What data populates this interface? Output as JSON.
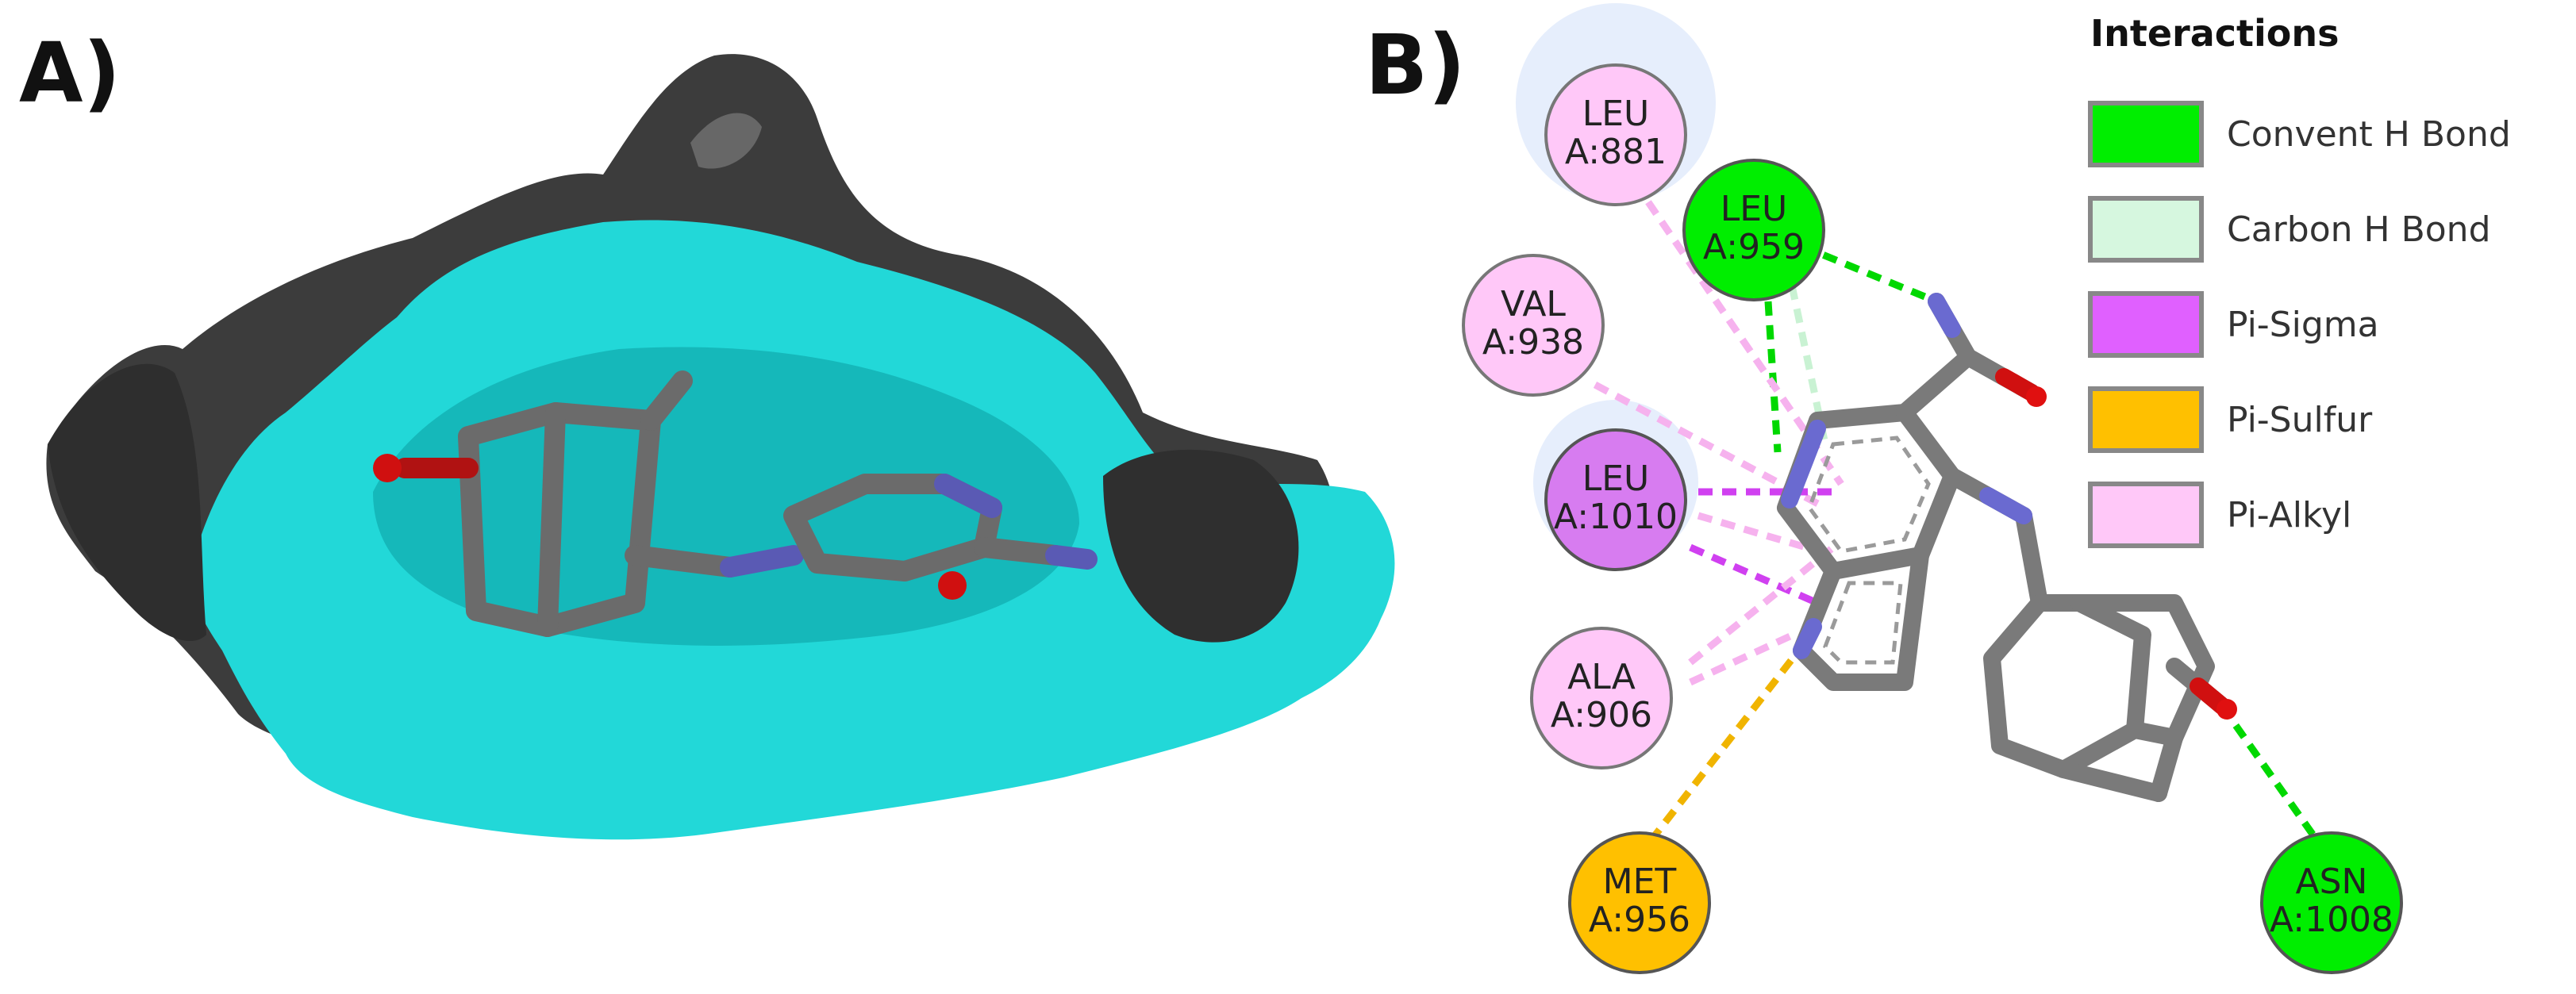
{
  "panels": {
    "a_label": "A)",
    "b_label": "B)"
  },
  "legend": {
    "title": "Interactions",
    "items": [
      {
        "key": "conv",
        "label": "Convent H Bond",
        "color": "#00ee00"
      },
      {
        "key": "carb",
        "label": "Carbon H Bond",
        "color": "#d6f7df"
      },
      {
        "key": "sigma",
        "label": "Pi-Sigma",
        "color": "#e060ff"
      },
      {
        "key": "sulfur",
        "label": "Pi-Sulfur",
        "color": "#ffc000"
      },
      {
        "key": "alkyl",
        "label": "Pi-Alkyl",
        "color": "#ffc8f8"
      }
    ]
  },
  "residues": [
    {
      "id": "leu881",
      "name": "LEU",
      "num": "A:881",
      "type": "alkyl"
    },
    {
      "id": "leu959",
      "name": "LEU",
      "num": "A:959",
      "type": "conv"
    },
    {
      "id": "val938",
      "name": "VAL",
      "num": "A:938",
      "type": "alkyl"
    },
    {
      "id": "leu1010",
      "name": "LEU",
      "num": "A:1010",
      "type": "sigma"
    },
    {
      "id": "ala906",
      "name": "ALA",
      "num": "A:906",
      "type": "alkyl"
    },
    {
      "id": "met956",
      "name": "MET",
      "num": "A:956",
      "type": "sulfur"
    },
    {
      "id": "asn1008",
      "name": "ASN",
      "num": "A:1008",
      "type": "conv"
    }
  ],
  "colors": {
    "pocket_cyan": "#22d8d8",
    "pocket_gray": "#3a3a3a",
    "ligand_gray": "#6b6b6b",
    "nitrogen": "#5a5ab4",
    "oxygen": "#d01010",
    "residue_halo": "#e6eefc"
  }
}
